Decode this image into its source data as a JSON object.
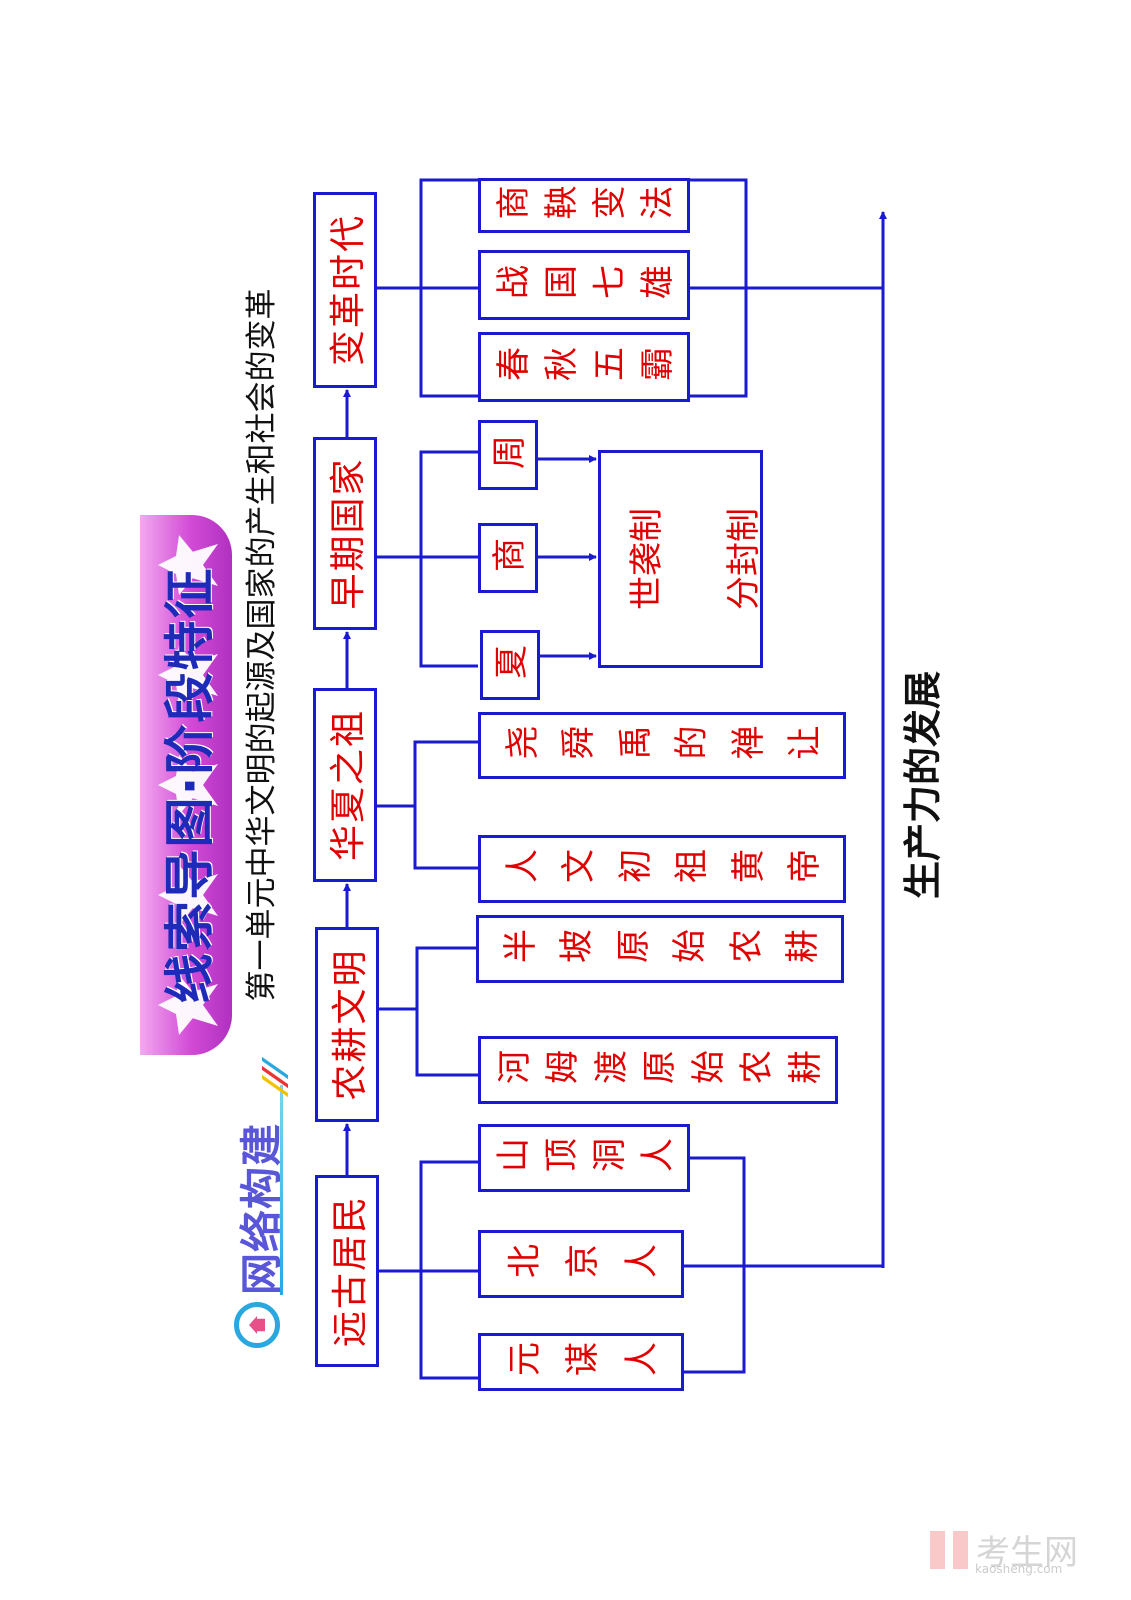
{
  "header": {
    "section_label": "网络构建",
    "banner_title": "线索导图·阶段特征",
    "subtitle": "第一单元中华文明的起源及国家的产生和社会的变革"
  },
  "main_flow": [
    "远古居民",
    "农耕文明",
    "华夏之祖",
    "早期国家",
    "变革时代"
  ],
  "branches": {
    "ancient": [
      "元谋人",
      "北京人",
      "山顶洞人"
    ],
    "farming": [
      "河姆渡原始农耕",
      "半坡原始农耕"
    ],
    "ancestors": [
      "人文初祖黄帝",
      "尧舜禹的禅让"
    ],
    "states": [
      "夏",
      "商",
      "周"
    ],
    "state_systems": [
      "世袭制",
      "分封制"
    ],
    "reform": [
      "春秋五霸",
      "战国七雄",
      "商鞅变法"
    ]
  },
  "side_label": "生产力的发展",
  "watermark": {
    "name": "考生网",
    "url": "kaosheng.com"
  },
  "colors": {
    "line": "#1a1ad0",
    "text": "#e00000"
  }
}
